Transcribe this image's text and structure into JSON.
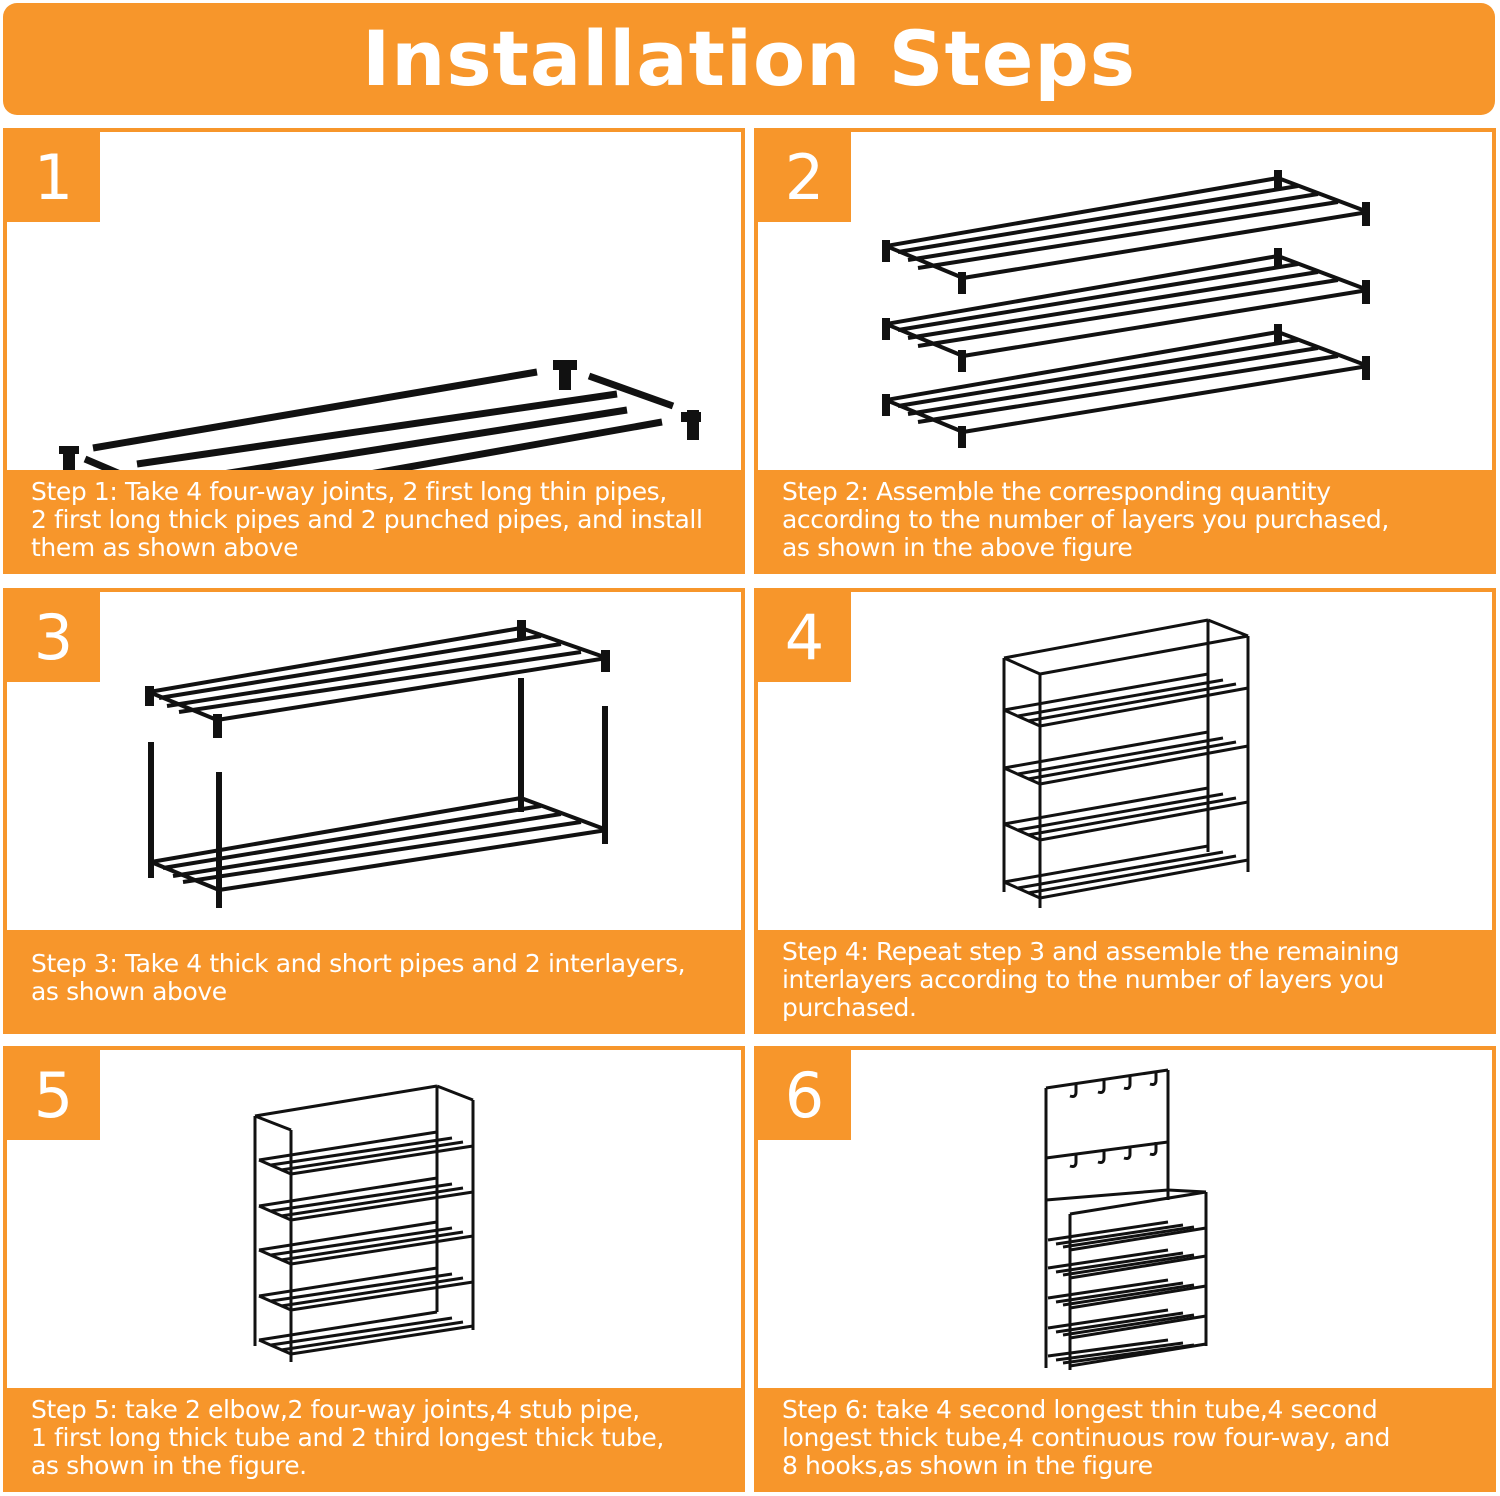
{
  "header": {
    "title": "Installation Steps"
  },
  "steps": [
    {
      "number": "1",
      "lines": [
        "Step 1: Take 4 four-way joints, 2 first long thin pipes,",
        "2 first long thick pipes and 2 punched pipes, and install",
        "them as shown above"
      ]
    },
    {
      "number": "2",
      "lines": [
        "Step 2: Assemble the corresponding quantity",
        "according to the number of layers you purchased,",
        "as shown in the above figure"
      ]
    },
    {
      "number": "3",
      "lines": [
        "Step 3: Take 4 thick and short pipes and 2 interlayers,",
        "as shown above"
      ]
    },
    {
      "number": "4",
      "lines": [
        "Step 4: Repeat step 3 and assemble the remaining",
        "interlayers according to the number of layers you",
        "purchased."
      ]
    },
    {
      "number": "5",
      "lines": [
        "Step 5: take 2 elbow,2 four-way joints,4 stub pipe,",
        "1 first long thick tube and 2 third longest thick tube,",
        "as shown in the figure."
      ]
    },
    {
      "number": "6",
      "lines": [
        "Step 6: take 4 second longest thin tube,4 second",
        "longest thick tube,4 continuous row four-way, and",
        "8 hooks,as shown in the figure"
      ]
    }
  ],
  "colors": {
    "accent": "#f7962b",
    "line_art": "#111111"
  }
}
